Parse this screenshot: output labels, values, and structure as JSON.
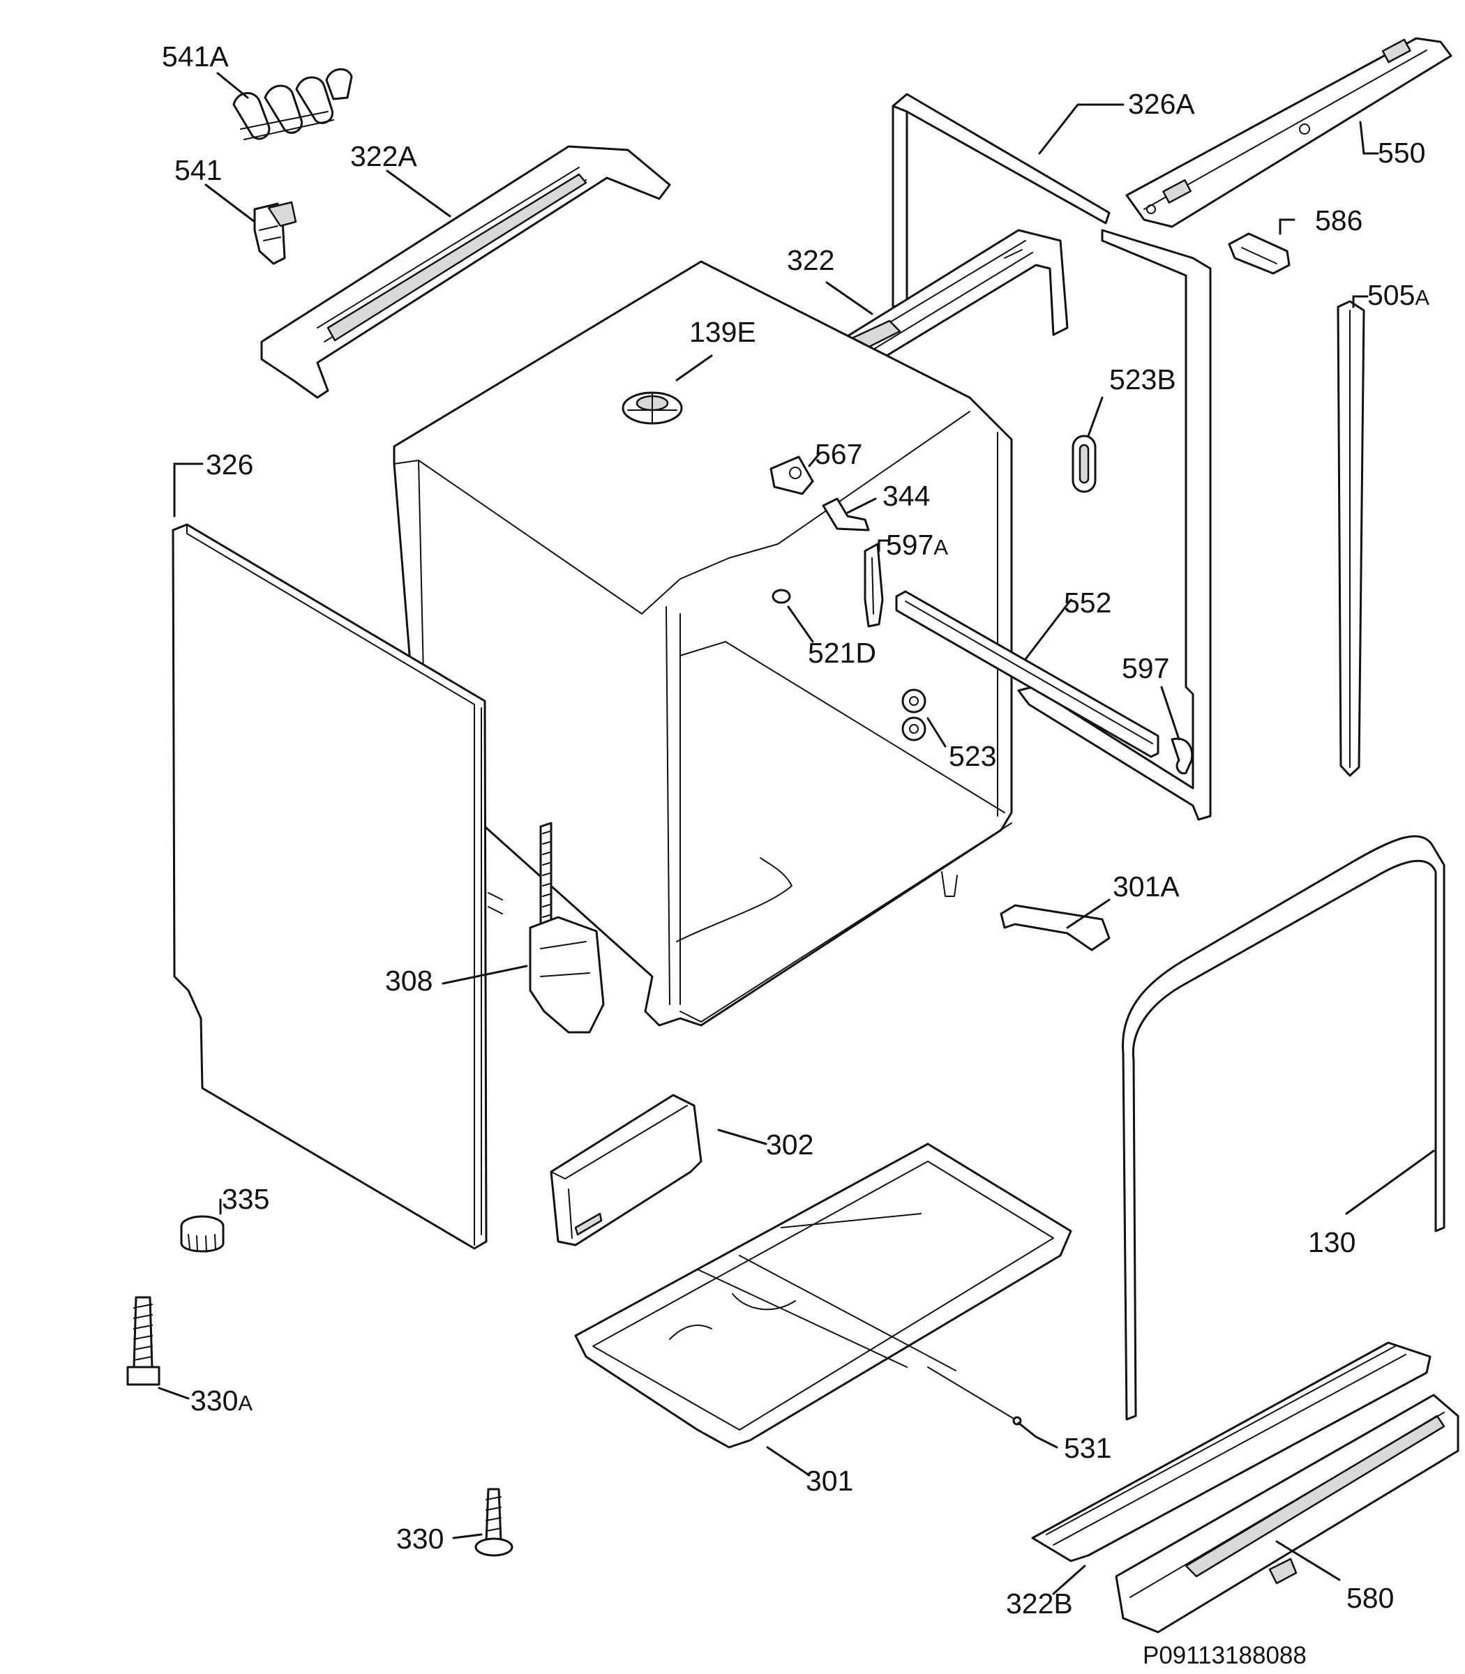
{
  "labels": {
    "l_541A": "541A",
    "l_541": "541",
    "l_322A": "322A",
    "l_326A": "326A",
    "l_550": "550",
    "l_586": "586",
    "l_322": "322",
    "l_505_num": "505",
    "l_505_suf": "A",
    "l_139E": "139E",
    "l_523B": "523B",
    "l_326": "326",
    "l_567": "567",
    "l_344": "344",
    "l_597A_num": "597",
    "l_597A_suf": "A",
    "l_552": "552",
    "l_521D": "521D",
    "l_597": "597",
    "l_523": "523",
    "l_301A": "301A",
    "l_308": "308",
    "l_302": "302",
    "l_335": "335",
    "l_130": "130",
    "l_330A_num": "330",
    "l_330A_suf": "A",
    "l_531": "531",
    "l_301": "301",
    "l_330": "330",
    "l_322B": "322B",
    "l_580": "580"
  },
  "drawing_code": "P09113188088"
}
